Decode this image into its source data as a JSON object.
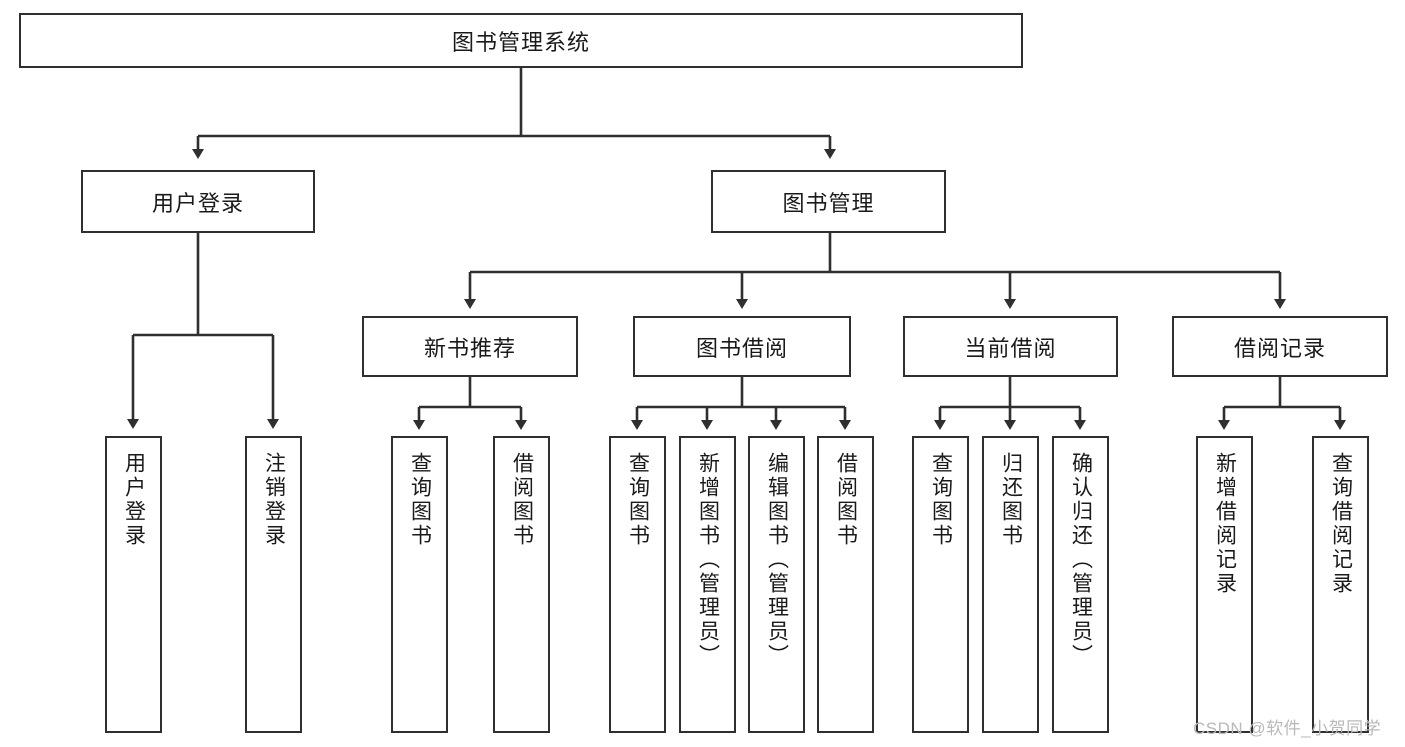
{
  "diagram": {
    "title": "图书管理系统",
    "type": "functional-structure-tree",
    "root": {
      "label": "图书管理系统"
    },
    "level2": [
      {
        "id": "user-login",
        "label": "用户登录"
      },
      {
        "id": "book-management",
        "label": "图书管理"
      }
    ],
    "level3": [
      {
        "id": "new-book-recommend",
        "label": "新书推荐",
        "parent": "book-management"
      },
      {
        "id": "book-borrow",
        "label": "图书借阅",
        "parent": "book-management"
      },
      {
        "id": "current-borrow",
        "label": "当前借阅",
        "parent": "book-management"
      },
      {
        "id": "borrow-record",
        "label": "借阅记录",
        "parent": "book-management"
      }
    ],
    "leaves": [
      {
        "id": "leaf-user-login",
        "label": "用户登录",
        "parent": "user-login"
      },
      {
        "id": "leaf-logout-login",
        "label": "注销登录",
        "parent": "user-login"
      },
      {
        "id": "leaf-query-book-1",
        "label": "查询图书",
        "parent": "new-book-recommend"
      },
      {
        "id": "leaf-borrow-book-1",
        "label": "借阅图书",
        "parent": "new-book-recommend"
      },
      {
        "id": "leaf-query-book-2",
        "label": "查询图书",
        "parent": "book-borrow"
      },
      {
        "id": "leaf-add-book",
        "label": "新增图书（管理员）",
        "parent": "book-borrow"
      },
      {
        "id": "leaf-edit-book",
        "label": "编辑图书（管理员）",
        "parent": "book-borrow"
      },
      {
        "id": "leaf-borrow-book-2",
        "label": "借阅图书",
        "parent": "book-borrow"
      },
      {
        "id": "leaf-query-book-3",
        "label": "查询图书",
        "parent": "current-borrow"
      },
      {
        "id": "leaf-return-book",
        "label": "归还图书",
        "parent": "current-borrow"
      },
      {
        "id": "leaf-confirm-return",
        "label": "确认归还（管理员）",
        "parent": "current-borrow"
      },
      {
        "id": "leaf-add-record",
        "label": "新增借阅记录",
        "parent": "borrow-record"
      },
      {
        "id": "leaf-query-record",
        "label": "查询借阅记录",
        "parent": "borrow-record"
      }
    ],
    "watermark": "CSDN @软件_小贺同学",
    "colors": {
      "stroke": "#2f2f2f",
      "fill": "#ffffff",
      "text": "#1a1a1a",
      "watermark": "#b9b9b9"
    }
  }
}
